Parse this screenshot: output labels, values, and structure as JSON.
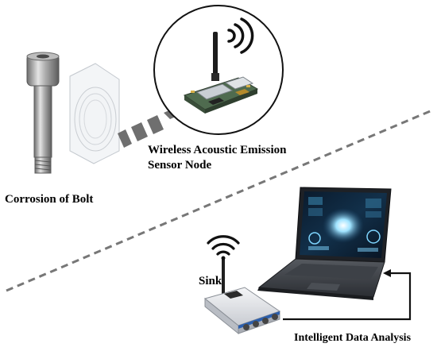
{
  "labels": {
    "corrosion": "Corrosion of Bolt",
    "sensor_line1": "Wireless Acoustic Emission",
    "sensor_line2": "Sensor Node",
    "sink": "Sink",
    "analysis": "Intelligent Data Analysis"
  },
  "icons": [
    "bolt-icon",
    "wifi-signal-icon",
    "sensor-board-icon",
    "dashed-arrow-icon",
    "router-icon",
    "laptop-icon"
  ],
  "colors": {
    "metal": "#9a9a9a",
    "arrow": "#6f6f6f",
    "divider": "#777777",
    "board_green": "#5a7a5a",
    "router_body": "#e6e8ec",
    "screen_glow": "#7fd6ff"
  }
}
